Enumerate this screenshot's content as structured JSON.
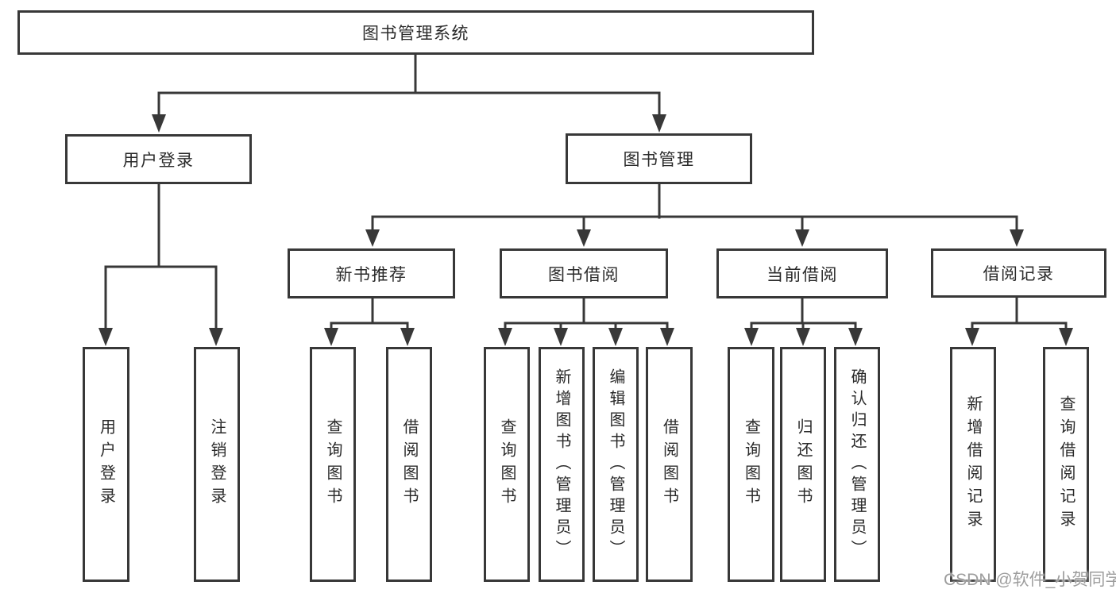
{
  "diagram": {
    "title": "图书管理系统",
    "children": [
      {
        "label": "用户登录",
        "children": [
          {
            "label": "用户登录"
          },
          {
            "label": "注销登录"
          }
        ]
      },
      {
        "label": "图书管理",
        "children": [
          {
            "label": "新书推荐",
            "children": [
              {
                "label": "查询图书"
              },
              {
                "label": "借阅图书"
              }
            ]
          },
          {
            "label": "图书借阅",
            "children": [
              {
                "label": "查询图书"
              },
              {
                "label": "新增图书（管理员）"
              },
              {
                "label": "编辑图书（管理员）"
              },
              {
                "label": "借阅图书"
              }
            ]
          },
          {
            "label": "当前借阅",
            "children": [
              {
                "label": "查询图书"
              },
              {
                "label": "归还图书"
              },
              {
                "label": "确认归还（管理员）"
              }
            ]
          },
          {
            "label": "借阅记录",
            "children": [
              {
                "label": "新增借阅记录"
              },
              {
                "label": "查询借阅记录"
              }
            ]
          }
        ]
      }
    ]
  },
  "watermark": {
    "text": "CSDN @软件_小贺同学",
    "color": "#9d9d9d"
  },
  "colors": {
    "line": "#383838",
    "box_border": "#383838",
    "text": "#2a2a2a",
    "background": "#ffffff"
  }
}
